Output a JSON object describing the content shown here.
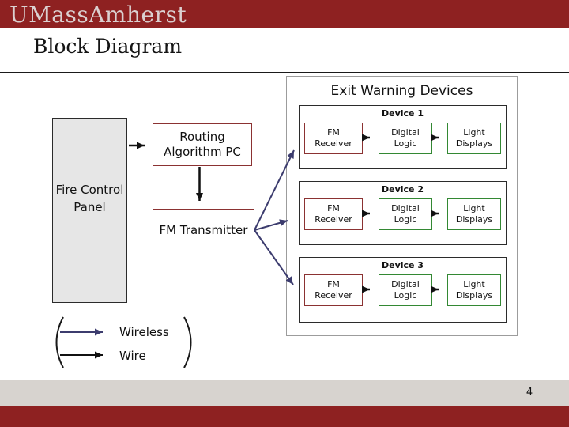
{
  "header": {
    "logo_text": "UMassAmherst",
    "slide_title": "Block Diagram"
  },
  "diagram": {
    "fire_control_panel_label": "Fire Control\nPanel",
    "routing_pc_label": "Routing\nAlgorithm PC",
    "fm_transmitter_label": "FM Transmitter",
    "exit_warning": {
      "title": "Exit Warning Devices",
      "devices": [
        {
          "label": "Device 1",
          "receiver": "FM\nReceiver",
          "logic": "Digital\nLogic",
          "displays": "Light\nDisplays"
        },
        {
          "label": "Device 2",
          "receiver": "FM\nReceiver",
          "logic": "Digital\nLogic",
          "displays": "Light\nDisplays"
        },
        {
          "label": "Device 3",
          "receiver": "FM\nReceiver",
          "logic": "Digital\nLogic",
          "displays": "Light\nDisplays"
        }
      ]
    }
  },
  "legend": {
    "wireless_label": "Wireless",
    "wire_label": "Wire"
  },
  "footer": {
    "page_number": "4"
  },
  "colors": {
    "brand_maroon": "#8E2121",
    "box_border_maroon": "#8B3232",
    "box_border_green": "#338833",
    "wireless_blue": "#3C3C6E",
    "wire_black": "#111111",
    "panel_fill_gray": "#E6E6E6",
    "footer_bar_gray": "#D7D3CF"
  }
}
